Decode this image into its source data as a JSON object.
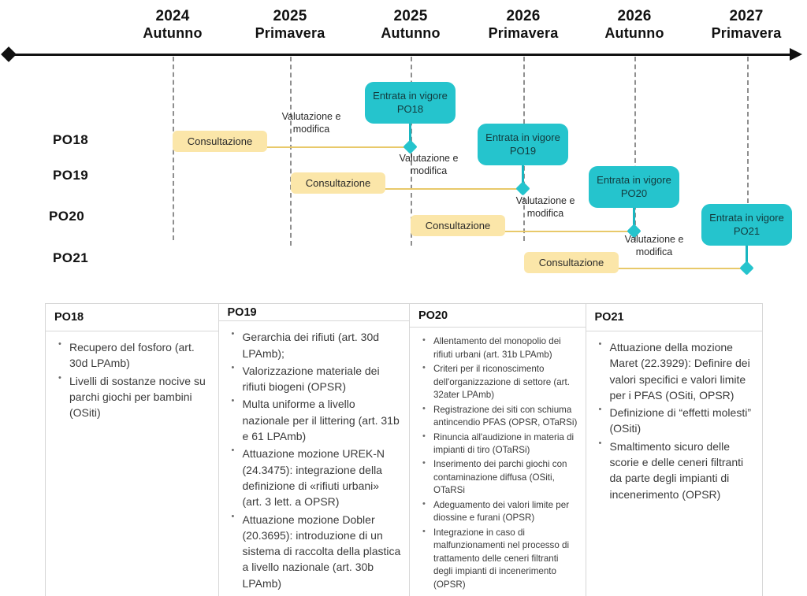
{
  "timeline": {
    "axis": {
      "start_marker": "diamond-marker",
      "end_marker": "arrow-marker"
    },
    "ticks": [
      {
        "year": "2024",
        "season": "Autunno"
      },
      {
        "year": "2025",
        "season": "Primavera"
      },
      {
        "year": "2025",
        "season": "Autunno"
      },
      {
        "year": "2026",
        "season": "Primavera"
      },
      {
        "year": "2026",
        "season": "Autunno"
      },
      {
        "year": "2027",
        "season": "Primavera"
      }
    ],
    "rows": [
      {
        "label": "PO18",
        "consultation": "Consultazione",
        "evaluation": "Valutazione e modifica",
        "entry": "Entrata in vigore PO18",
        "entry_line1": "Entrata in vigore",
        "entry_line2": "PO18"
      },
      {
        "label": "PO19",
        "consultation": "Consultazione",
        "evaluation": "Valutazione e modifica",
        "entry": "Entrata in vigore PO19",
        "entry_line1": "Entrata in vigore",
        "entry_line2": "PO19"
      },
      {
        "label": "PO20",
        "consultation": "Consultazione",
        "evaluation": "Valutazione e modifica",
        "entry": "Entrata in vigore PO20",
        "entry_line1": "Entrata in vigore",
        "entry_line2": "PO20"
      },
      {
        "label": "PO21",
        "consultation": "Consultazione",
        "evaluation": "Valutazione e modifica",
        "entry": "Entrata in vigore PO21",
        "entry_line1": "Entrata in vigore",
        "entry_line2": "PO21"
      }
    ],
    "colors": {
      "consultation_fill": "#fbe6a9",
      "connector_line": "#e8c96a",
      "entry_fill": "#25c4cd",
      "axis": "#111111",
      "gridline": "#8f8f8f"
    }
  },
  "table": {
    "columns": [
      {
        "header": "PO18",
        "items": [
          "Recupero del fosforo (art. 30d LPAmb)",
          "Livelli di sostanze nocive su parchi giochi per bambini (OSiti)"
        ]
      },
      {
        "header": "PO19",
        "items": [
          "Gerarchia dei rifiuti (art. 30d LPAmb);",
          "Valorizzazione materiale dei rifiuti biogeni (OPSR)",
          "Multa uniforme a livello nazionale per il littering (art. 31b e 61 LPAmb)",
          "Attuazione mozione UREK-N (24.3475): integrazione della definizione di «rifiuti urbani» (art. 3 lett. a OPSR)",
          "Attuazione mozione Dobler (20.3695): introduzione di un sistema di raccolta della plastica a livello nazionale (art. 30b LPAmb)"
        ]
      },
      {
        "header": "PO20",
        "items": [
          "Allentamento del monopolio dei rifiuti urbani (art. 31b LPAmb)",
          "Criteri per il riconoscimento dell'organizzazione di settore (art. 32ater LPAmb)",
          "Registrazione dei siti con schiuma antincendio PFAS (OPSR, OTaRSi)",
          "Rinuncia all'audizione in materia di impianti di tiro (OTaRSi)",
          "Inserimento dei parchi giochi con contaminazione diffusa (OSiti, OTaRSi",
          "Adeguamento dei valori limite per diossine e furani (OPSR)",
          "Integrazione in caso di malfunzionamenti nel processo di trattamento delle ceneri filtranti degli impianti di incenerimento (OPSR)"
        ]
      },
      {
        "header": "PO21",
        "items": [
          "Attuazione della mozione Maret (22.3929): Definire dei valori specifici e valori limite per i PFAS (OSiti, OPSR)",
          "Definizione di “effetti molesti” (OSiti)",
          "Smaltimento sicuro delle scorie e delle ceneri filtranti da parte degli impianti di incenerimento (OPSR)"
        ]
      }
    ]
  }
}
